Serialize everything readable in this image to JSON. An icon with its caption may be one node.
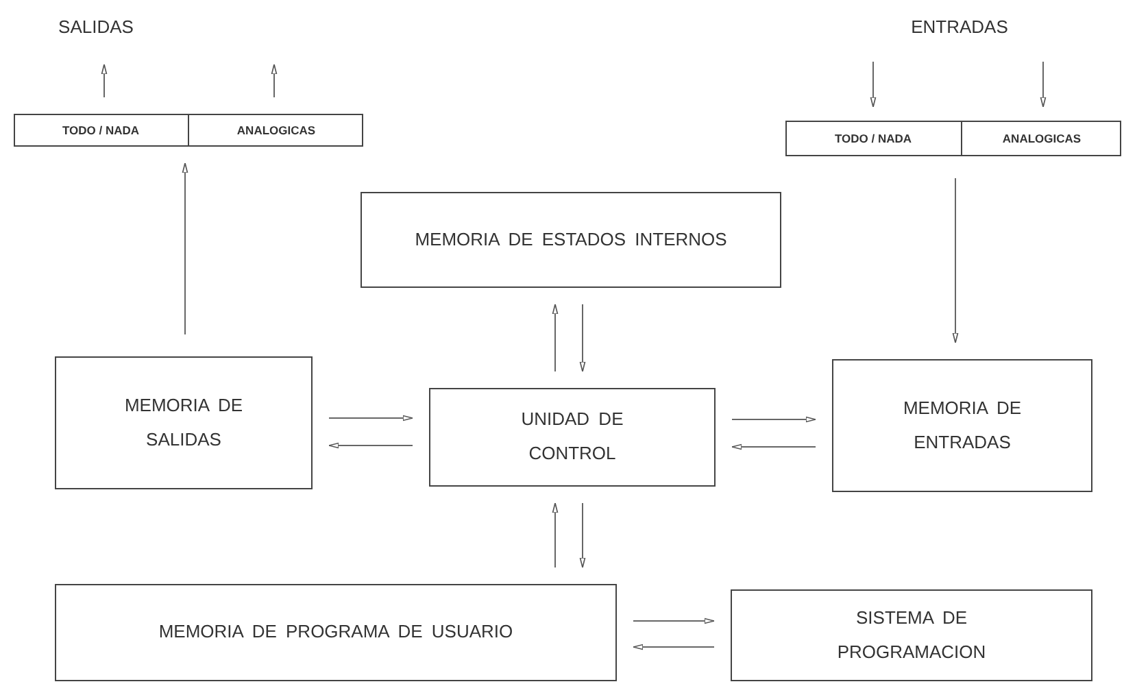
{
  "diagram": {
    "nodes": [
      {
        "text": [],
        "shape": "box"
      },
      {
        "text": [
          "TODO / NADA"
        ],
        "in": 0
      },
      {
        "text": [
          "ANALOGICAS"
        ],
        "in": 0
      },
      {
        "text": [],
        "shape": "box"
      },
      {
        "text": [
          "TODO / NADA"
        ],
        "in": 3
      },
      {
        "text": [
          "ANALOGICAS"
        ],
        "in": 3
      },
      {
        "text": [
          "MEMORIA DE ESTADOS INTERNOS"
        ]
      },
      {
        "text": [
          "MEMORIA DE SALIDAS"
        ]
      },
      {
        "text": [
          "UNIDAD DE CONTROL"
        ]
      },
      {
        "text": [
          "MEMORIA DE ENTRADAS"
        ]
      },
      {
        "text": [
          "MEMORIA DE PROGRAMA DE USUARIO"
        ]
      },
      {
        "text": [
          "SISTEMA DE PROGRAMACION"
        ]
      }
    ],
    "edges": [
      {
        "from": 1,
        "to": null,
        "arrow": "to"
      },
      {
        "from": 2,
        "to": null,
        "arrow": "to"
      },
      {
        "from": null,
        "to": 4,
        "arrow": "to"
      },
      {
        "from": null,
        "to": 5,
        "arrow": "to"
      },
      {
        "from": 7,
        "to": 0,
        "arrow": "to"
      },
      {
        "from": 3,
        "to": 9,
        "arrow": "to"
      },
      {
        "from": 8,
        "to": 6,
        "arrow": "to"
      },
      {
        "from": 6,
        "to": 8,
        "arrow": "to"
      },
      {
        "from": 7,
        "to": 8,
        "arrow": "to"
      },
      {
        "from": 8,
        "to": 7,
        "arrow": "to"
      },
      {
        "from": 8,
        "to": 9,
        "arrow": "to"
      },
      {
        "from": 9,
        "to": 8,
        "arrow": "to"
      },
      {
        "from": 10,
        "to": 8,
        "arrow": "to"
      },
      {
        "from": 8,
        "to": 10,
        "arrow": "to"
      },
      {
        "from": 10,
        "to": 11,
        "arrow": "to"
      },
      {
        "from": 11,
        "to": 10,
        "arrow": "to"
      }
    ],
    "labels": [
      "SALIDAS",
      "ENTRADAS"
    ]
  }
}
